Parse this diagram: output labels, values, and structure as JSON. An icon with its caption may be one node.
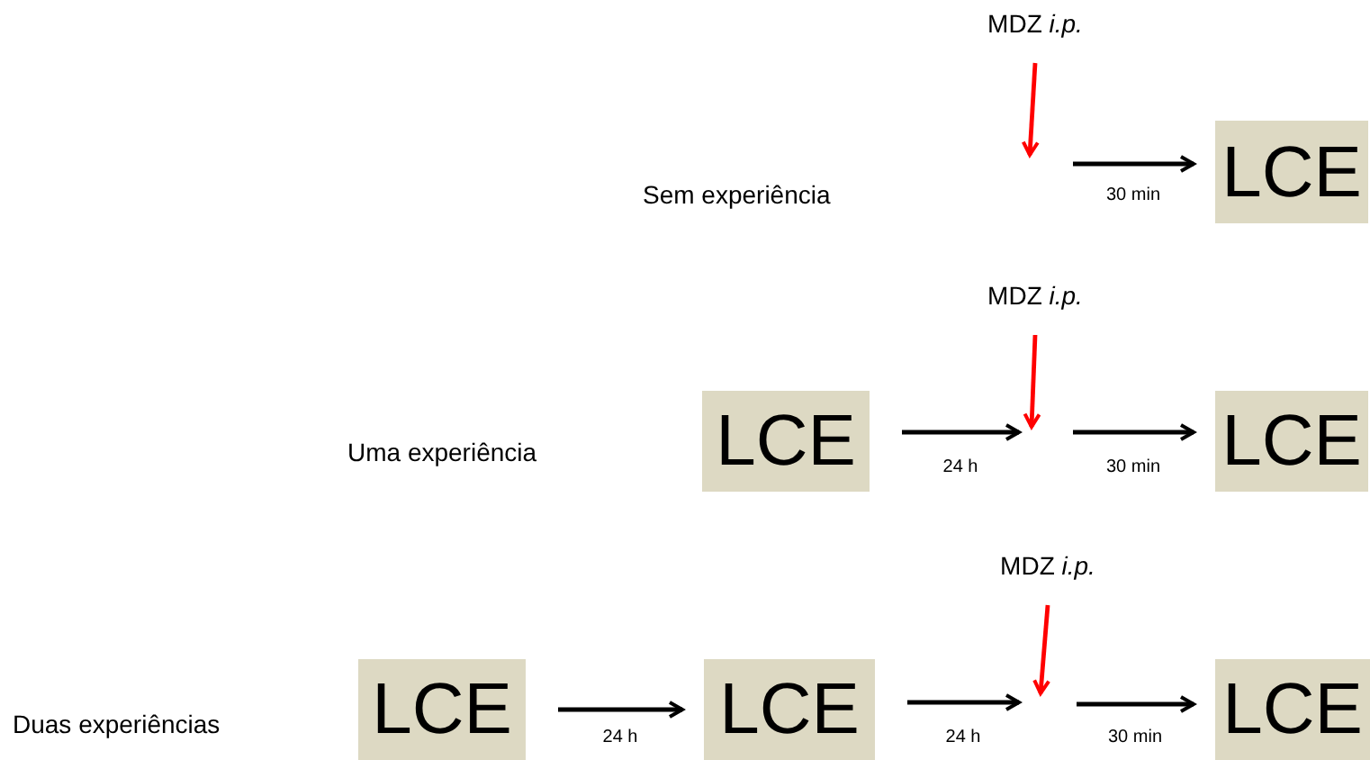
{
  "diagram": {
    "nodes": [
      {
        "text": [
          "MDZ *i.p.*"
        ]
      },
      {
        "text": [
          "LCE"
        ]
      },
      {
        "text": [
          "MDZ *i.p.*"
        ]
      },
      {
        "text": [
          "LCE"
        ]
      },
      {
        "text": [
          "LCE"
        ]
      },
      {
        "text": [
          "MDZ *i.p.*"
        ]
      },
      {
        "text": [
          "LCE"
        ]
      },
      {
        "text": [
          "LCE"
        ]
      },
      {
        "text": [
          "LCE"
        ]
      }
    ],
    "edges": [
      {
        "from": 0,
        "to": null,
        "arrow": "to",
        "color": "#ff0000"
      },
      {
        "from": null,
        "to": 1,
        "arrow": "to",
        "label": "30 min"
      },
      {
        "from": 2,
        "to": null,
        "arrow": "to",
        "color": "#ff0000"
      },
      {
        "from": 3,
        "to": null,
        "arrow": "to",
        "label": "24 h"
      },
      {
        "from": null,
        "to": 4,
        "arrow": "to",
        "label": "30 min"
      },
      {
        "from": 5,
        "to": null,
        "arrow": "to",
        "color": "#ff0000"
      },
      {
        "from": 6,
        "to": 7,
        "arrow": "to",
        "label": "24 h"
      },
      {
        "from": 7,
        "to": null,
        "arrow": "to",
        "label": "24 h"
      },
      {
        "from": null,
        "to": 8,
        "arrow": "to",
        "label": "30 min"
      }
    ],
    "labels": [
      "Sem experiência",
      "Uma experiência",
      "Duas experiências"
    ]
  }
}
